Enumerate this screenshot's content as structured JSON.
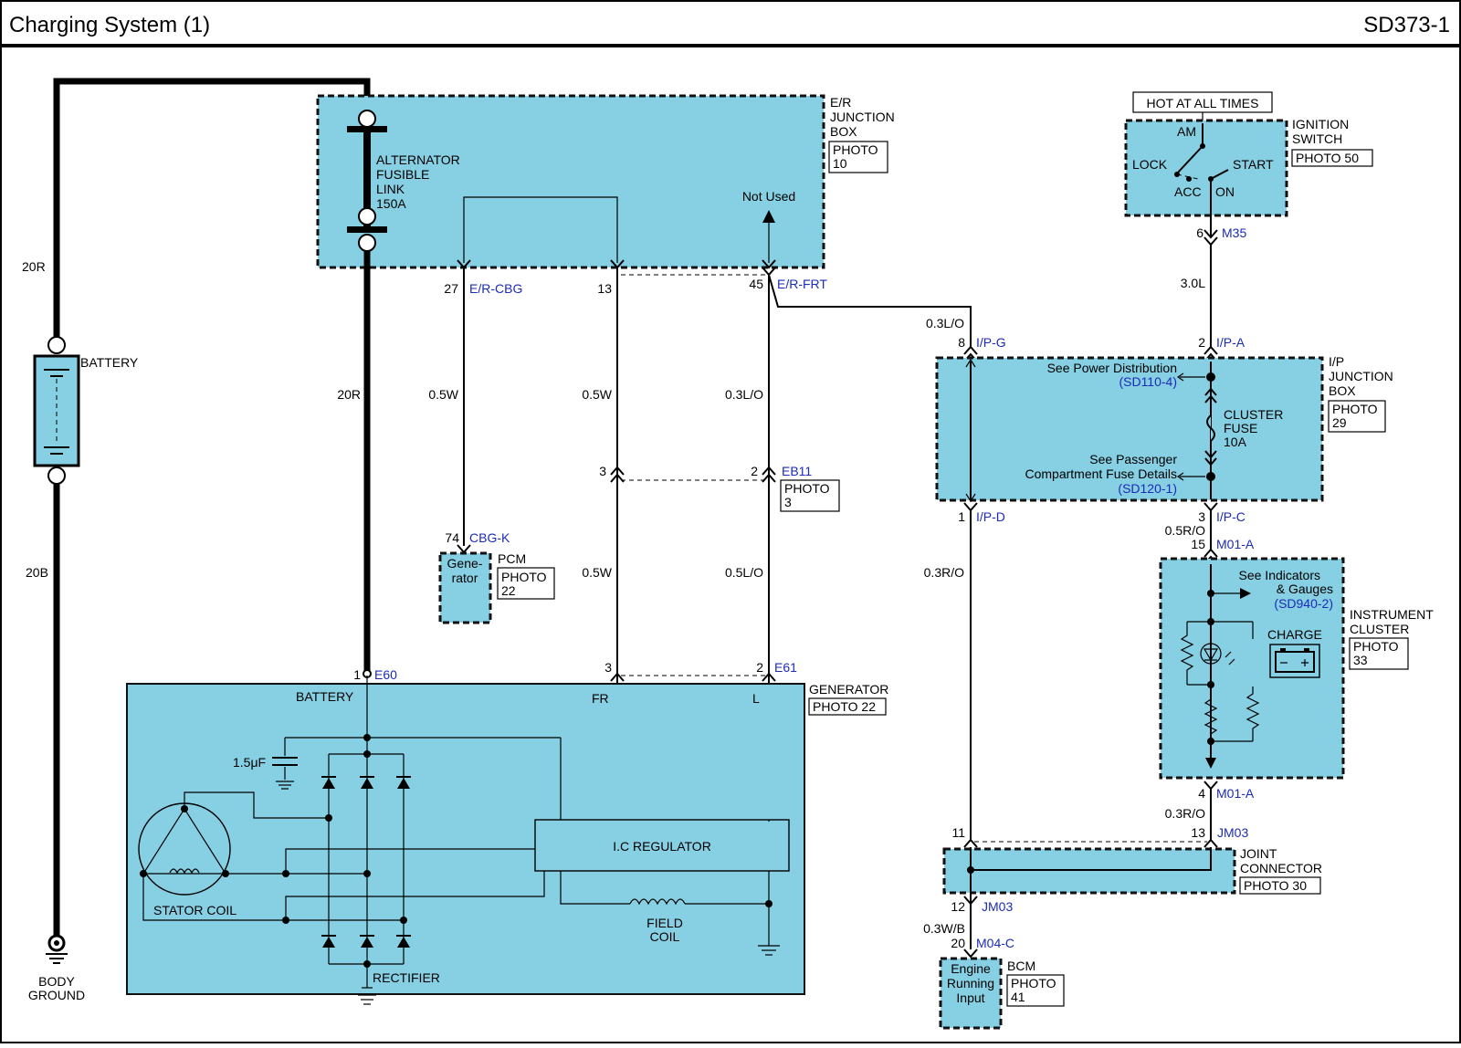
{
  "header": {
    "title": "Charging System (1)",
    "code": "SD373-1"
  },
  "battery_side": {
    "wire_top": "20R",
    "battery_label": "BATTERY",
    "wire_bottom": "20B",
    "ground_label_1": "BODY",
    "ground_label_2": "GROUND"
  },
  "er_junction": {
    "label_1": "E/R",
    "label_2": "JUNCTION",
    "label_3": "BOX",
    "photo_1": "PHOTO",
    "photo_2": "10",
    "fuse_1": "ALTERNATOR",
    "fuse_2": "FUSIBLE",
    "fuse_3": "LINK",
    "fuse_4": "150A",
    "not_used": "Not Used"
  },
  "er_connectors": {
    "pin27": "27",
    "cbg": "E/R-CBG",
    "pin13": "13",
    "pin45": "45",
    "frt": "E/R-FRT"
  },
  "wires": {
    "main_20r": "20R",
    "w05w_a": "0.5W",
    "w05w_b": "0.5W",
    "w03lo": "0.3L/O",
    "w05w_c": "0.5W",
    "w05lo": "0.5L/O",
    "w03lo_top": "0.3L/O",
    "w03ro": "0.3R/O",
    "w30l": "3.0L",
    "w05ro": "0.5R/O",
    "w03ro_b": "0.3R/O",
    "w03wb": "0.3W/B"
  },
  "eb11": {
    "pin3": "3",
    "pin2": "2",
    "name": "EB11",
    "photo_1": "PHOTO",
    "photo_2": "3"
  },
  "pcm": {
    "pin": "74",
    "conn": "CBG-K",
    "text_1": "Gene-",
    "text_2": "rator",
    "label": "PCM",
    "photo_1": "PHOTO",
    "photo_2": "22"
  },
  "generator": {
    "pin1": "1",
    "e60": "E60",
    "pin3": "3",
    "pin2": "2",
    "e61": "E61",
    "label": "GENERATOR",
    "photo": "PHOTO 22",
    "battery": "BATTERY",
    "fr": "FR",
    "l": "L",
    "cap": "1.5μF",
    "regulator": "I.C REGULATOR",
    "stator": "STATOR COIL",
    "field_1": "FIELD",
    "field_2": "COIL",
    "rectifier": "RECTIFIER"
  },
  "ignition": {
    "hot": "HOT AT ALL TIMES",
    "label_1": "IGNITION",
    "label_2": "SWITCH",
    "photo": "PHOTO 50",
    "am": "AM",
    "lock": "LOCK",
    "start": "START",
    "acc": "ACC",
    "on": "ON",
    "pin": "6",
    "conn": "M35"
  },
  "ip_junction": {
    "label_1": "I/P",
    "label_2": "JUNCTION",
    "label_3": "BOX",
    "photo_1": "PHOTO",
    "photo_2": "29",
    "pin8": "8",
    "ipg": "I/P-G",
    "pin2": "2",
    "ipa": "I/P-A",
    "pin1": "1",
    "ipd": "I/P-D",
    "pin3": "3",
    "ipc": "I/P-C",
    "see_power": "See Power Distribution",
    "sd110": "(SD110-4)",
    "fuse_1": "CLUSTER",
    "fuse_2": "FUSE",
    "fuse_3": "10A",
    "see_pass_1": "See Passenger",
    "see_pass_2": "Compartment Fuse Details",
    "sd120": "(SD120-1)"
  },
  "cluster": {
    "pin15": "15",
    "m01a_top": "M01-A",
    "see_ind_1": "See Indicators",
    "see_ind_2": "& Gauges",
    "sd940": "(SD940-2)",
    "charge": "CHARGE",
    "label_1": "INSTRUMENT",
    "label_2": "CLUSTER",
    "photo_1": "PHOTO",
    "photo_2": "33",
    "pin4": "4",
    "m01a_bot": "M01-A"
  },
  "joint": {
    "pin11": "11",
    "pin13": "13",
    "jm03_top": "JM03",
    "label_1": "JOINT",
    "label_2": "CONNECTOR",
    "photo": "PHOTO 30",
    "pin12": "12",
    "jm03_bot": "JM03"
  },
  "bcm": {
    "pin20": "20",
    "conn": "M04-C",
    "text_1": "Engine",
    "text_2": "Running",
    "text_3": "Input",
    "label": "BCM",
    "photo_1": "PHOTO",
    "photo_2": "41"
  },
  "colors": {
    "box_fill": "#87cfe3",
    "link_blue": "#1c2bb8"
  }
}
